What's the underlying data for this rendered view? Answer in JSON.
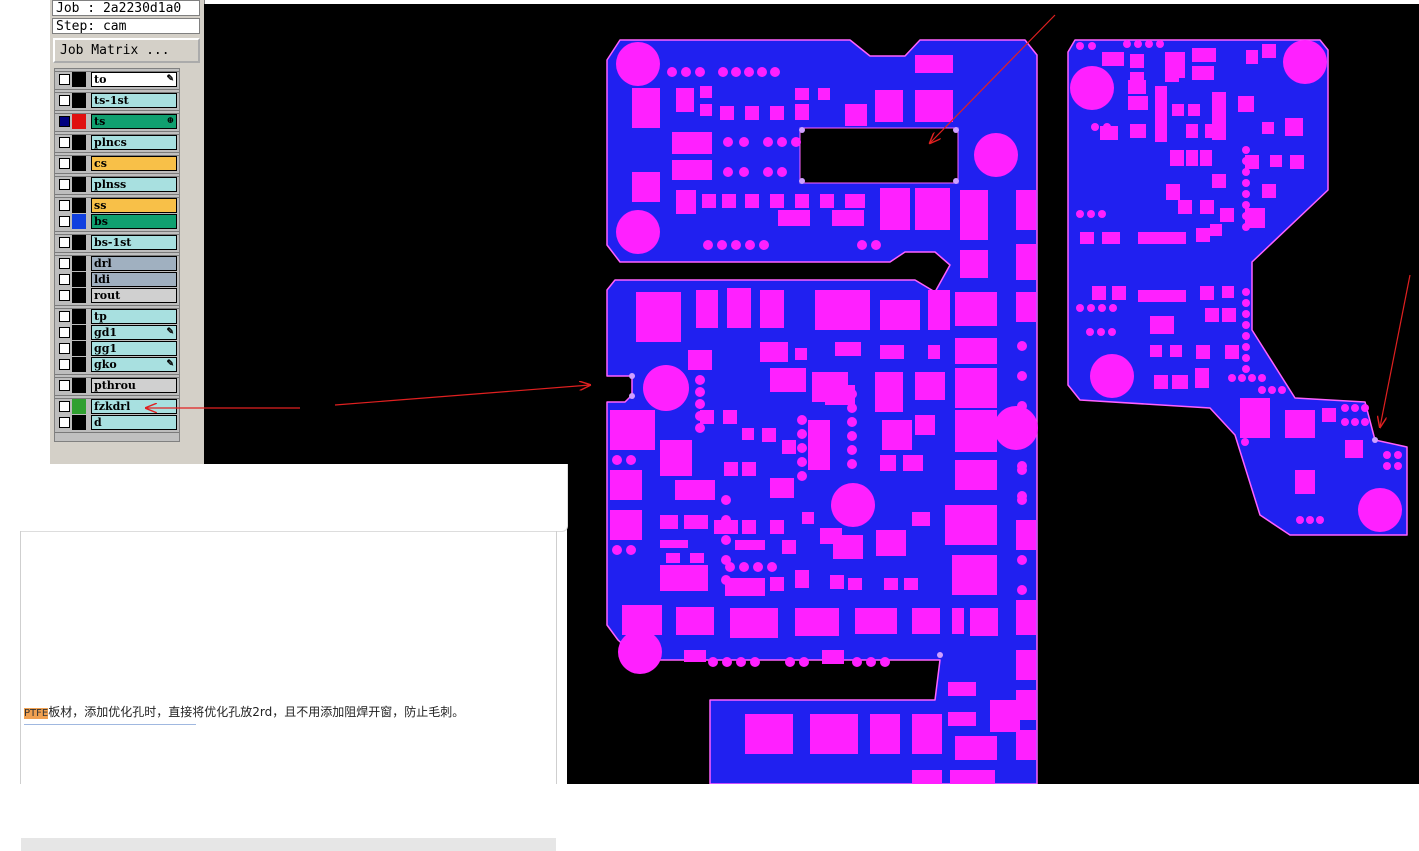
{
  "header": {
    "job": "Job : 2a2230d1a0",
    "step": "Step: cam",
    "matrix_button": "Job Matrix ..."
  },
  "layers": [
    {
      "name": "to",
      "color": "#ffffff",
      "swatch": "#000000",
      "mark": "pen"
    },
    {
      "name": "ts-1st",
      "color": "#a8e0e0",
      "swatch": "#000000"
    },
    {
      "name": "ts",
      "color": "#10a070",
      "swatch": "#e01010",
      "checked": true,
      "mark": "dot"
    },
    {
      "name": "plncs",
      "color": "#a8e0e0",
      "swatch": "#000000"
    },
    {
      "name": "cs",
      "color": "#f8c048",
      "swatch": "#000000"
    },
    {
      "name": "plnss",
      "color": "#a8e0e0",
      "swatch": "#000000"
    },
    {
      "name": "ss",
      "color": "#f8c048",
      "swatch": "#000000"
    },
    {
      "name": "bs",
      "color": "#10a070",
      "swatch": "#1040e0"
    },
    {
      "name": "bs-1st",
      "color": "#a8e0e0",
      "swatch": "#000000"
    },
    {
      "name": "drl",
      "color": "#a0b0c0",
      "swatch": "#000000"
    },
    {
      "name": "ldi",
      "color": "#a0b0c0",
      "swatch": "#000000"
    },
    {
      "name": "rout",
      "color": "#d0d0d0",
      "swatch": "#000000"
    },
    {
      "name": "tp",
      "color": "#a8e0e0",
      "swatch": "#000000"
    },
    {
      "name": "gd1",
      "color": "#a8e0e0",
      "swatch": "#000000",
      "mark": "pen"
    },
    {
      "name": "gg1",
      "color": "#a8e0e0",
      "swatch": "#000000"
    },
    {
      "name": "gko",
      "color": "#a8e0e0",
      "swatch": "#000000",
      "mark": "pen"
    },
    {
      "name": "pthrou",
      "color": "#d0d0d0",
      "swatch": "#000000"
    },
    {
      "name": "fzkdrl",
      "color": "#a8e0e0",
      "swatch": "#30a030"
    },
    {
      "name": "d",
      "color": "#a8e0e0",
      "swatch": "#000000"
    }
  ],
  "note": {
    "tag": "PTFE",
    "text": "板材，添加优化孔时，直接将优化孔放2rd，且不用添加阻焊开窗，防止毛刺。"
  },
  "colors": {
    "board": "#2020f0",
    "pad": "#ff20ff",
    "outline": "#ff60ff",
    "arrow": "#e02020",
    "background": "#000000"
  }
}
